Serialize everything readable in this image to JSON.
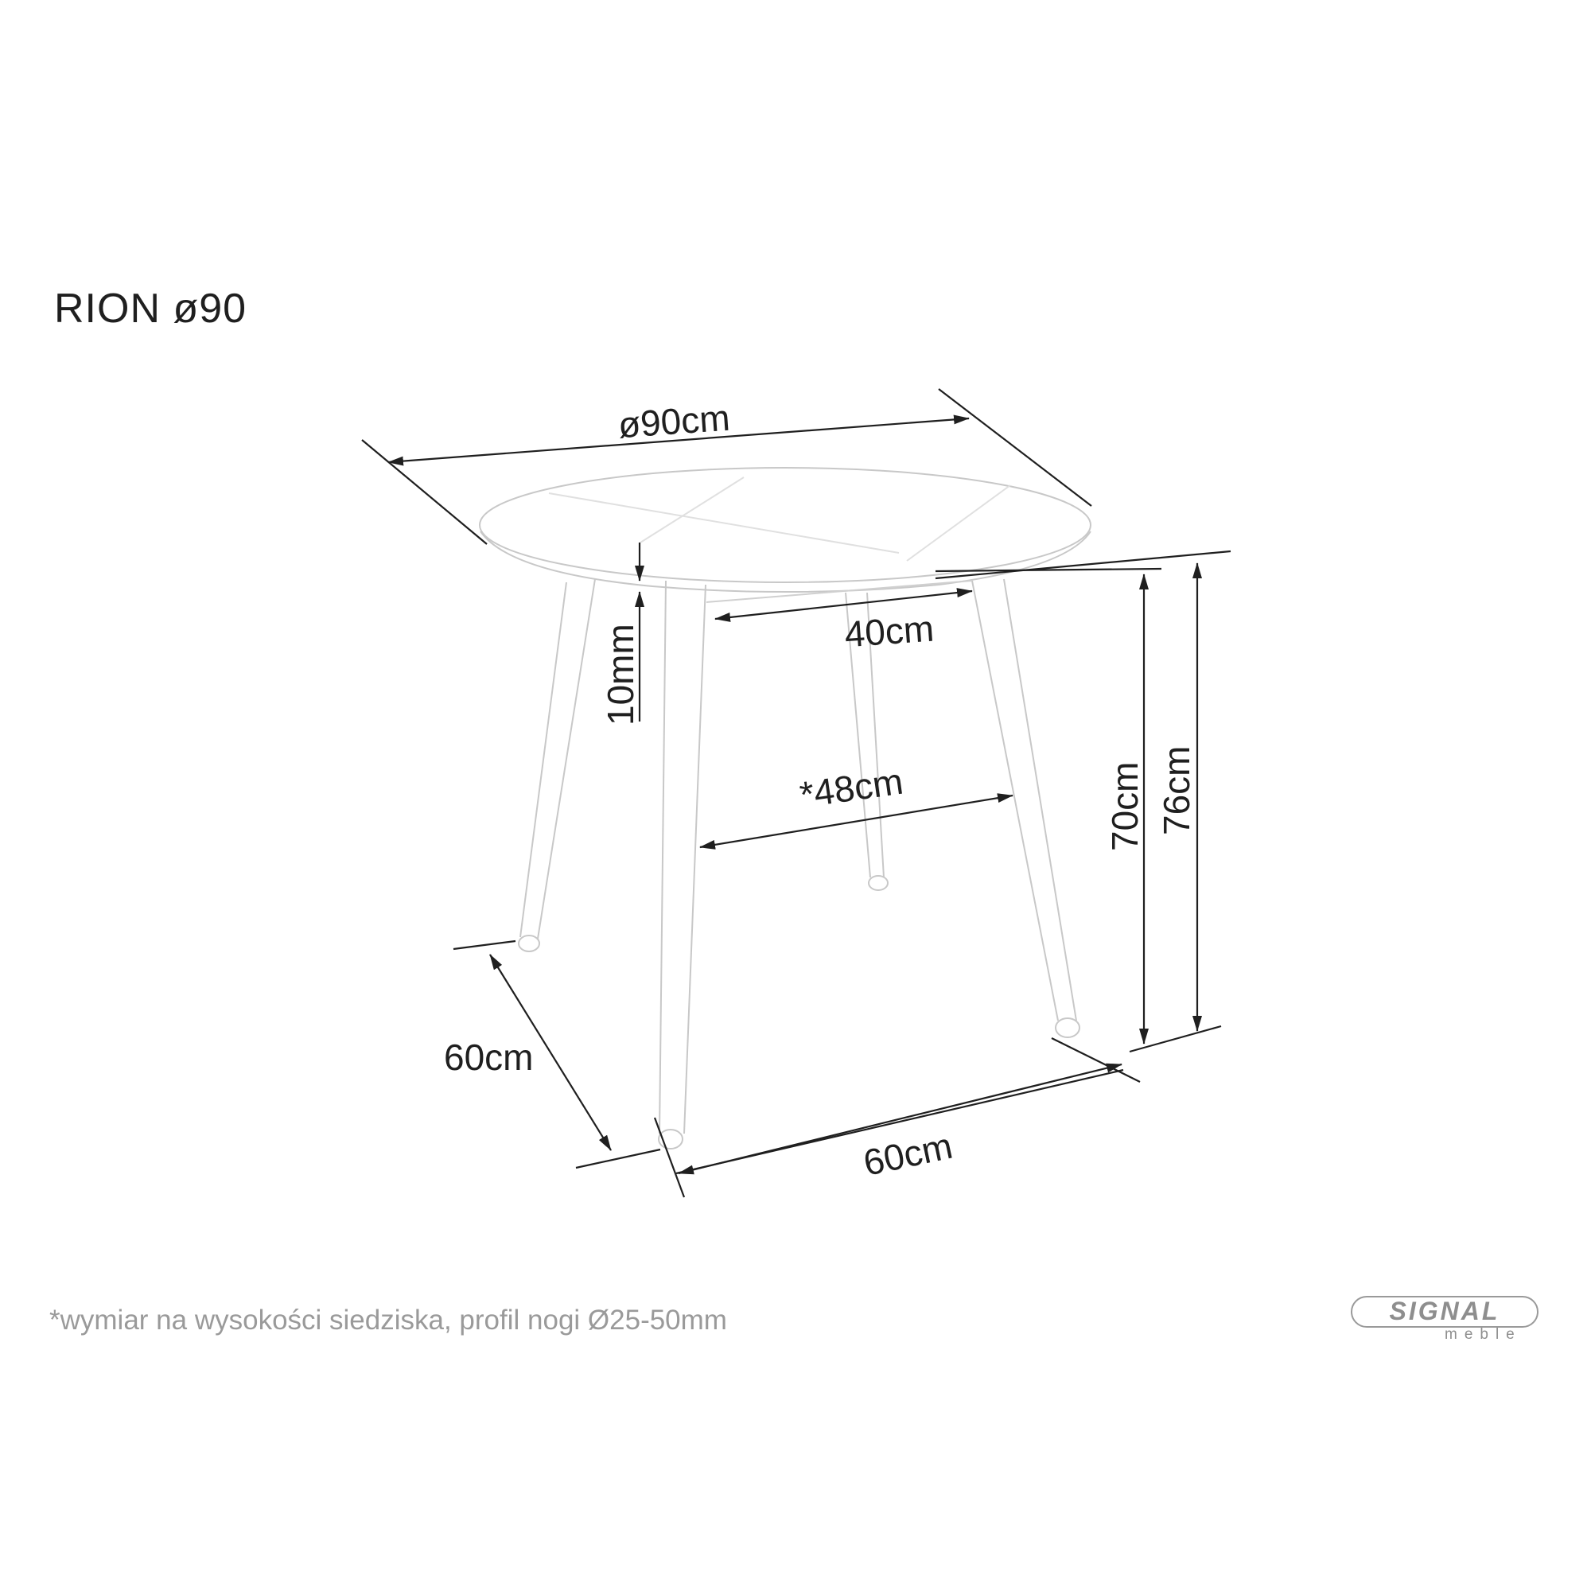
{
  "title": "RION ø90",
  "footnote": "*wymiar na wysokości siedziska, profil nogi Ø25-50mm",
  "brand": {
    "name": "SIGNAL",
    "subtitle": "meble",
    "color": "#8e8e8e"
  },
  "colors": {
    "dimension_lines": "#1f1f1f",
    "product_outline": "#c8c8c8",
    "footnote_text": "#9a9a9a"
  },
  "dimensions": {
    "tabletop_diameter": "ø90cm",
    "top_thickness": "10mm",
    "apron_width": "40cm",
    "seat_height_span": "*48cm",
    "height_under_top": "70cm",
    "total_height": "76cm",
    "leg_depth": "60cm",
    "leg_width": "60cm"
  }
}
